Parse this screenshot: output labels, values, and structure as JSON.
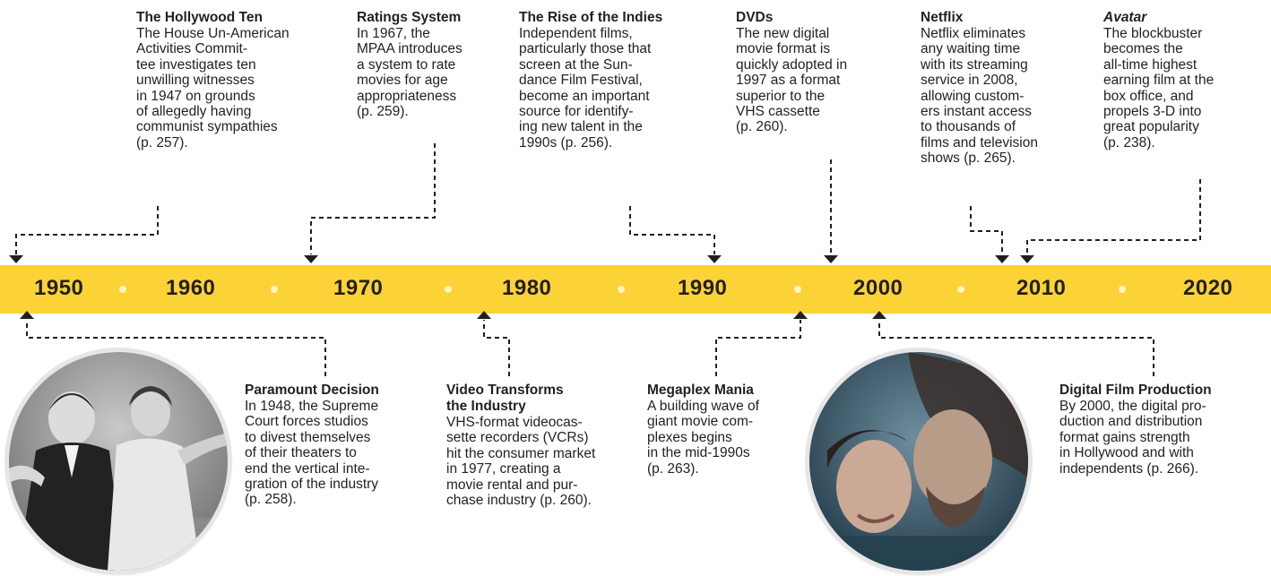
{
  "top_events": [
    {
      "title": "The Hollywood Ten",
      "italic": false,
      "body": "The House Un-American\nActivities Commit-\ntee investigates ten\nunwilling witnesses\nin 1947 on grounds\nof allegedly having\ncommunist sympathies\n(p. 257)."
    },
    {
      "title": "Ratings System",
      "italic": false,
      "body": "In 1967, the\nMPAA introduces\na system to rate\nmovies for age\nappropriateness\n(p. 259)."
    },
    {
      "title": "The Rise of the Indies",
      "italic": false,
      "body": "Independent films,\nparticularly those that\nscreen at the Sun-\ndance Film Festival,\nbecome an important\nsource for identify-\ning new talent in the\n1990s (p. 256)."
    },
    {
      "title": "DVDs",
      "italic": false,
      "body": "The new digital\nmovie format is\nquickly adopted in\n1997 as a format\nsuperior to the\nVHS cassette\n(p. 260)."
    },
    {
      "title": "Netflix",
      "italic": false,
      "body": "Netflix eliminates\nany waiting time\nwith its streaming\nservice in 2008,\nallowing custom-\ners instant access\nto thousands of\nfilms and television\nshows (p. 265)."
    },
    {
      "title": "Avatar",
      "italic": true,
      "body": "The blockbuster\nbecomes the\nall-time highest\nearning film at the\nbox office, and\npropels 3-D into\ngreat popularity\n(p. 238)."
    }
  ],
  "bottom_events": [
    {
      "title": "Paramount Decision",
      "body": "In 1948, the Supreme\nCourt forces studios\nto divest themselves\nof their theaters to\nend the vertical inte-\ngration of the industry\n(p. 258)."
    },
    {
      "title": "Video Transforms\nthe Industry",
      "body": "VHS-format videocas-\nsette recorders (VCRs)\nhit the consumer market\nin 1977, creating a\nmovie rental and pur-\nchase industry (p. 260)."
    },
    {
      "title": "Megaplex Mania",
      "body": "A building wave of\ngiant movie com-\nplexes begins\nin the mid-1990s\n(p. 263)."
    },
    {
      "title": "Digital Film Production",
      "body": "By 2000, the digital pro-\nduction and distribution\nformat gains strength\nin Hollywood and with\nindependents (p. 266)."
    }
  ],
  "timeline": {
    "years": [
      "1950",
      "1960",
      "1970",
      "1980",
      "1990",
      "2000",
      "2010",
      "2020"
    ]
  },
  "colors": {
    "bar": "#fcd336",
    "text": "#231f20",
    "dots": "#fff6c4"
  },
  "photos": [
    {
      "subject": "black-and-white film still of a couple dancing",
      "icon": "film-still-image"
    },
    {
      "subject": "blue-tinted film still of a couple embracing",
      "icon": "film-still-image"
    }
  ]
}
